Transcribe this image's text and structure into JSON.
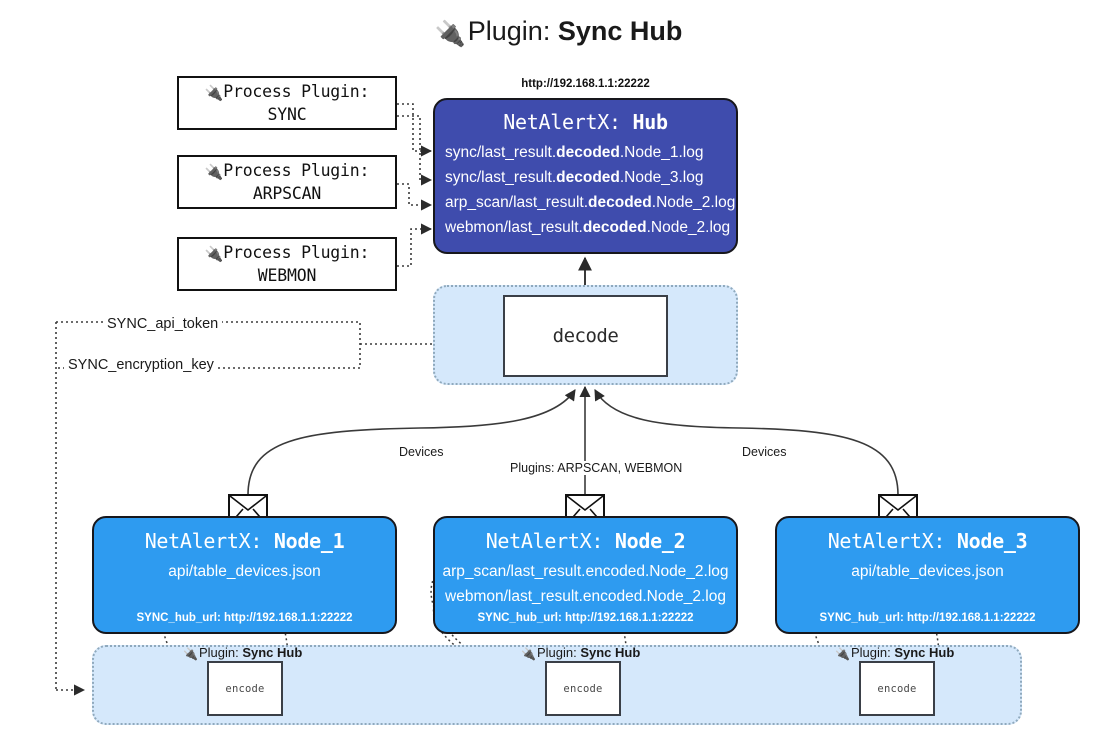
{
  "title": {
    "icon": "electric-plug-icon",
    "prefix": "Plugin:",
    "name": "Sync Hub"
  },
  "process_plugins": [
    {
      "icon": "electric-plug-icon",
      "label": "Process Plugin:",
      "name": "SYNC"
    },
    {
      "icon": "electric-plug-icon",
      "label": "Process Plugin:",
      "name": "ARPSCAN"
    },
    {
      "icon": "electric-plug-icon",
      "label": "Process Plugin:",
      "name": "WEBMON"
    }
  ],
  "hub": {
    "url": "http://192.168.1.1:22222",
    "title_prefix": "NetAlertX:",
    "title_name": "Hub",
    "lines": [
      {
        "pre": "sync/last_result.",
        "strong": "decoded",
        "post": ".Node_1.log"
      },
      {
        "pre": "sync/last_result.",
        "strong": "decoded",
        "post": ".Node_3.log"
      },
      {
        "pre": "arp_scan/last_result.",
        "strong": "decoded",
        "post": ".Node_2.log"
      },
      {
        "pre": "webmon/last_result.",
        "strong": "decoded",
        "post": ".Node_2.log"
      }
    ]
  },
  "decode": {
    "label": "decode"
  },
  "settings": {
    "api_token": "SYNC_api_token",
    "encryption_key": "SYNC_encryption_key"
  },
  "edge_labels": {
    "devices_left": "Devices",
    "devices_right": "Devices",
    "plugins_center": "Plugins: ARPSCAN, WEBMON"
  },
  "nodes": [
    {
      "title_prefix": "NetAlertX:",
      "title_name": "Node_1",
      "lines": [
        "api/table_devices.json"
      ],
      "footer": "SYNC_hub_url: http://192.168.1.1:22222"
    },
    {
      "title_prefix": "NetAlertX:",
      "title_name": "Node_2",
      "lines": [
        "arp_scan/last_result.encoded.Node_2.log",
        "webmon/last_result.encoded.Node_2.log"
      ],
      "footer": "SYNC_hub_url: http://192.168.1.1:22222"
    },
    {
      "title_prefix": "NetAlertX:",
      "title_name": "Node_3",
      "lines": [
        "api/table_devices.json"
      ],
      "footer": "SYNC_hub_url: http://192.168.1.1:22222"
    }
  ],
  "band": {
    "plugin_labels": [
      {
        "icon": "electric-plug-icon",
        "prefix": "Plugin:",
        "name": "Sync Hub"
      },
      {
        "icon": "electric-plug-icon",
        "prefix": "Plugin:",
        "name": "Sync Hub"
      },
      {
        "icon": "electric-plug-icon",
        "prefix": "Plugin:",
        "name": "Sync Hub"
      }
    ],
    "encode_label_1": "encode",
    "encode_label_2": "encode",
    "encode_label_3": "encode"
  },
  "colors": {
    "hub_fill": "#3f4cad",
    "node_fill": "#2e9bf0",
    "band_fill": "#d5e8fb",
    "border_dark": "#17171c",
    "text_light": "#ffffff"
  }
}
